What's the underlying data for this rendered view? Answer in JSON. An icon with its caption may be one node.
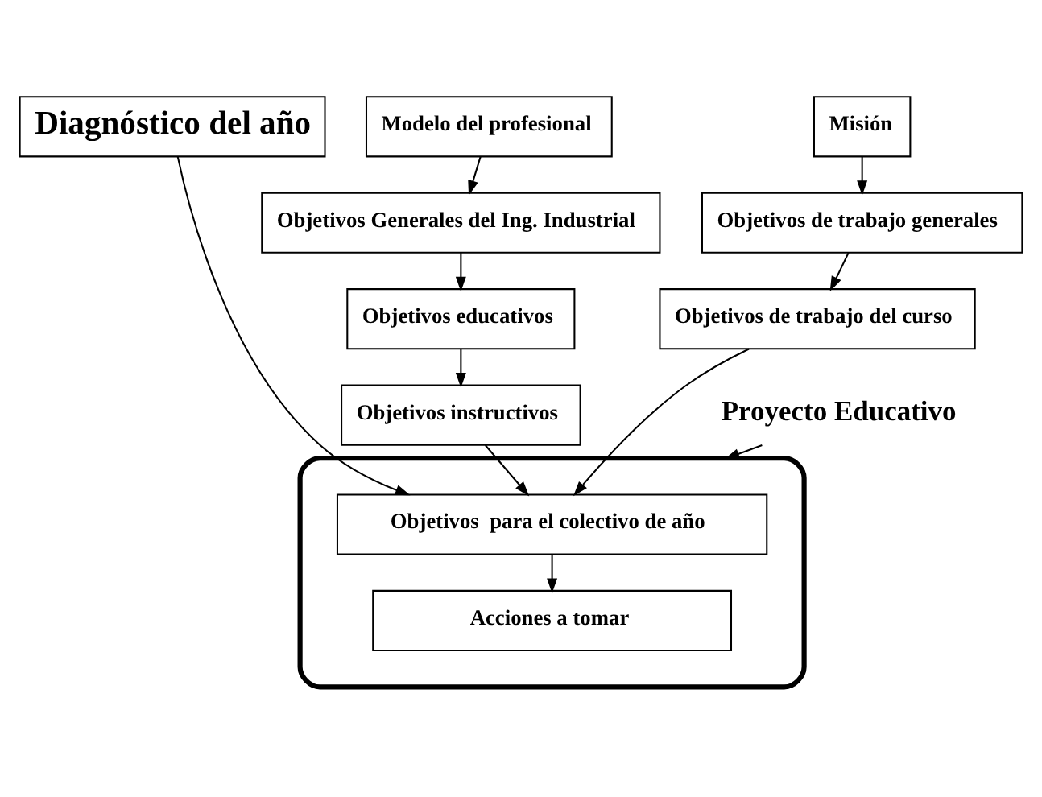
{
  "diagram": {
    "nodes": [
      {
        "text": [
          "Diagnóstico del año"
        ]
      },
      {
        "text": [
          "Modelo del profesional"
        ]
      },
      {
        "text": [
          "Objetivos Generales del Ing. Industrial"
        ]
      },
      {
        "text": [
          "Objetivos educativos"
        ]
      },
      {
        "text": [
          "Objetivos instructivos"
        ]
      },
      {
        "text": [
          "Misión"
        ]
      },
      {
        "text": [
          "Objetivos de trabajo generales"
        ]
      },
      {
        "text": [
          "Objetivos de trabajo del curso"
        ]
      },
      {
        "text": [],
        "shape": "ellipse"
      },
      {
        "text": [
          "Objetivos  para el colectivo de año"
        ],
        "in": 8
      },
      {
        "text": [
          "Acciones a tomar"
        ],
        "in": 8
      },
      {
        "text": [
          "Proyecto Educativo"
        ]
      }
    ],
    "edges": [
      {
        "from": 1,
        "to": 2,
        "arrow": "to"
      },
      {
        "from": 2,
        "to": 3,
        "arrow": "to"
      },
      {
        "from": 3,
        "to": 4,
        "arrow": "to"
      },
      {
        "from": 4,
        "to": 9,
        "arrow": "to"
      },
      {
        "from": 5,
        "to": 6,
        "arrow": "to"
      },
      {
        "from": 6,
        "to": 7,
        "arrow": "to"
      },
      {
        "from": 7,
        "to": 9,
        "arrow": "to"
      },
      {
        "from": 0,
        "to": 9,
        "arrow": "to"
      },
      {
        "from": 9,
        "to": 10,
        "arrow": "to"
      },
      {
        "from": 11,
        "to": 8,
        "arrow": "to"
      }
    ]
  }
}
